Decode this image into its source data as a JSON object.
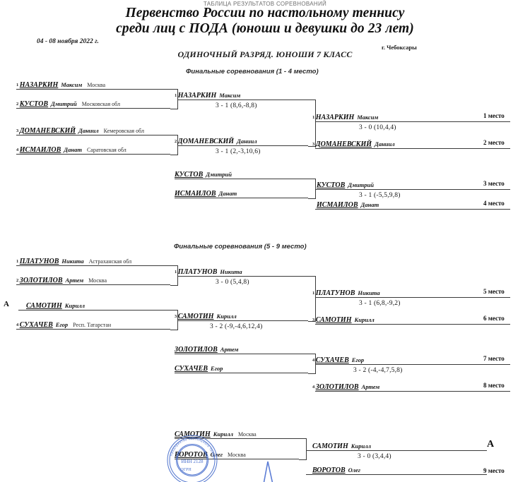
{
  "header": {
    "kicker": "ТАБЛИЦА РЕЗУЛЬТАТОВ СОРЕВНОВАНИЙ",
    "title_line1": "Первенство России по настольному теннису",
    "title_line2": "среди лиц с ПОДА (юноши и девушки до 23 лет)",
    "dates": "04 - 08 ноября 2022 г.",
    "city": "г. Чебоксары",
    "category": "ОДИНОЧНЫЙ РАЗРЯД. ЮНОШИ 7 КЛАСС"
  },
  "sections": {
    "top": {
      "caption": "Финальные соревнования (1 - 4 место)"
    },
    "middle": {
      "caption": "Финальные соревнования (5 - 9 место)"
    }
  },
  "bracket_top": {
    "round1": [
      {
        "seed": "1",
        "surname": "НАЗАРКИН",
        "first": "Максим",
        "region": "Москва"
      },
      {
        "seed": "2",
        "surname": "КУСТОВ",
        "first": "Дмитрий",
        "region": "Московская обл"
      },
      {
        "seed": "3",
        "surname": "ДОМАНЕВСКИЙ",
        "first": "Даниил",
        "region": "Кемеровская обл"
      },
      {
        "seed": "4",
        "surname": "ИСМАИЛОВ",
        "first": "Данат",
        "region": "Саратовская обл"
      }
    ],
    "round2": [
      {
        "seed": "1",
        "surname": "НАЗАРКИН",
        "first": "Максим",
        "score": "3 - 1 (8,6,-8,8)"
      },
      {
        "seed": "2",
        "surname": "ДОМАНЕВСКИЙ",
        "first": "Даниил",
        "score": "3 - 1 (2,-3,10,6)"
      }
    ],
    "consolation": [
      {
        "surname": "КУСТОВ",
        "first": "Дмитрий"
      },
      {
        "surname": "ИСМАИЛОВ",
        "first": "Данат"
      }
    ],
    "final": {
      "winner": {
        "seed": "1",
        "surname": "НАЗАРКИН",
        "first": "Максим"
      },
      "score": "3 - 0 (10,4,4)",
      "runner_up": {
        "seed": "3",
        "surname": "ДОМАНЕВСКИЙ",
        "first": "Даниил"
      },
      "place_winner": "1 место",
      "place_runner_up": "2 место"
    },
    "third_place": {
      "winner": {
        "surname": "КУСТОВ",
        "first": "Дмитрий"
      },
      "score": "3 - 1 (-5,5,9,8)",
      "runner_up": {
        "surname": "ИСМАИЛОВ",
        "first": "Данат"
      },
      "place_winner": "3 место",
      "place_runner_up": "4 место"
    }
  },
  "bracket_middle": {
    "round1": [
      {
        "seed": "1",
        "surname": "ПЛАТУНОВ",
        "first": "Никита",
        "region": "Астраханская обл"
      },
      {
        "seed": "2",
        "surname": "ЗОЛОТИЛОВ",
        "first": "Артем",
        "region": "Москва"
      },
      {
        "seed": "A",
        "surname": "САМОТИН",
        "first": "Кирилл",
        "region": ""
      },
      {
        "seed": "4",
        "surname": "СУХАЧЕВ",
        "first": "Егор",
        "region": "Респ. Татарстан"
      }
    ],
    "round2": [
      {
        "seed": "1",
        "surname": "ПЛАТУНОВ",
        "first": "Никита",
        "score": "3 - 0 (5,4,8)"
      },
      {
        "seed": "3",
        "surname": "САМОТИН",
        "first": "Кирилл",
        "score": "3 - 2 (-9,-4,6,12,4)"
      }
    ],
    "consolation": [
      {
        "surname": "ЗОЛОТИЛОВ",
        "first": "Артем"
      },
      {
        "surname": "СУХАЧЕВ",
        "first": "Егор"
      }
    ],
    "final": {
      "winner": {
        "seed": "1",
        "surname": "ПЛАТУНОВ",
        "first": "Никита"
      },
      "score": "3 - 1 (6,8,-9,2)",
      "runner_up": {
        "seed": "3",
        "surname": "САМОТИН",
        "first": "Кирилл"
      },
      "place_winner": "5 место",
      "place_runner_up": "6 место"
    },
    "seventh_place": {
      "winner": {
        "seed": "4",
        "surname": "СУХАЧЕВ",
        "first": "Егор"
      },
      "score": "3 - 2 (-4,-4,7,5,8)",
      "runner_up": {
        "seed": "4",
        "surname": "ЗОЛОТИЛОВ",
        "first": "Артем"
      },
      "place_winner": "7 место",
      "place_runner_up": "8 место"
    },
    "left_marker": "A"
  },
  "bracket_bottom": {
    "round1": [
      {
        "surname": "САМОТИН",
        "first": "Кирилл",
        "region": "Москва"
      },
      {
        "surname": "ВОРОТОВ",
        "first": "Олег",
        "region": "Москва"
      }
    ],
    "result": {
      "winner": {
        "surname": "САМОТИН",
        "first": "Кирилл"
      },
      "score": "3 - 0 (3,4,4)",
      "runner_up": {
        "surname": "ВОРОТОВ",
        "first": "Олег"
      },
      "place_winner": "A",
      "place_runner_up": "9 место"
    }
  },
  "stamp": {
    "outer_text": "Предприятие настольного тенниса",
    "line1": "ИНН 2128",
    "line2": "ОГРН",
    "color": "#3a63c8"
  }
}
